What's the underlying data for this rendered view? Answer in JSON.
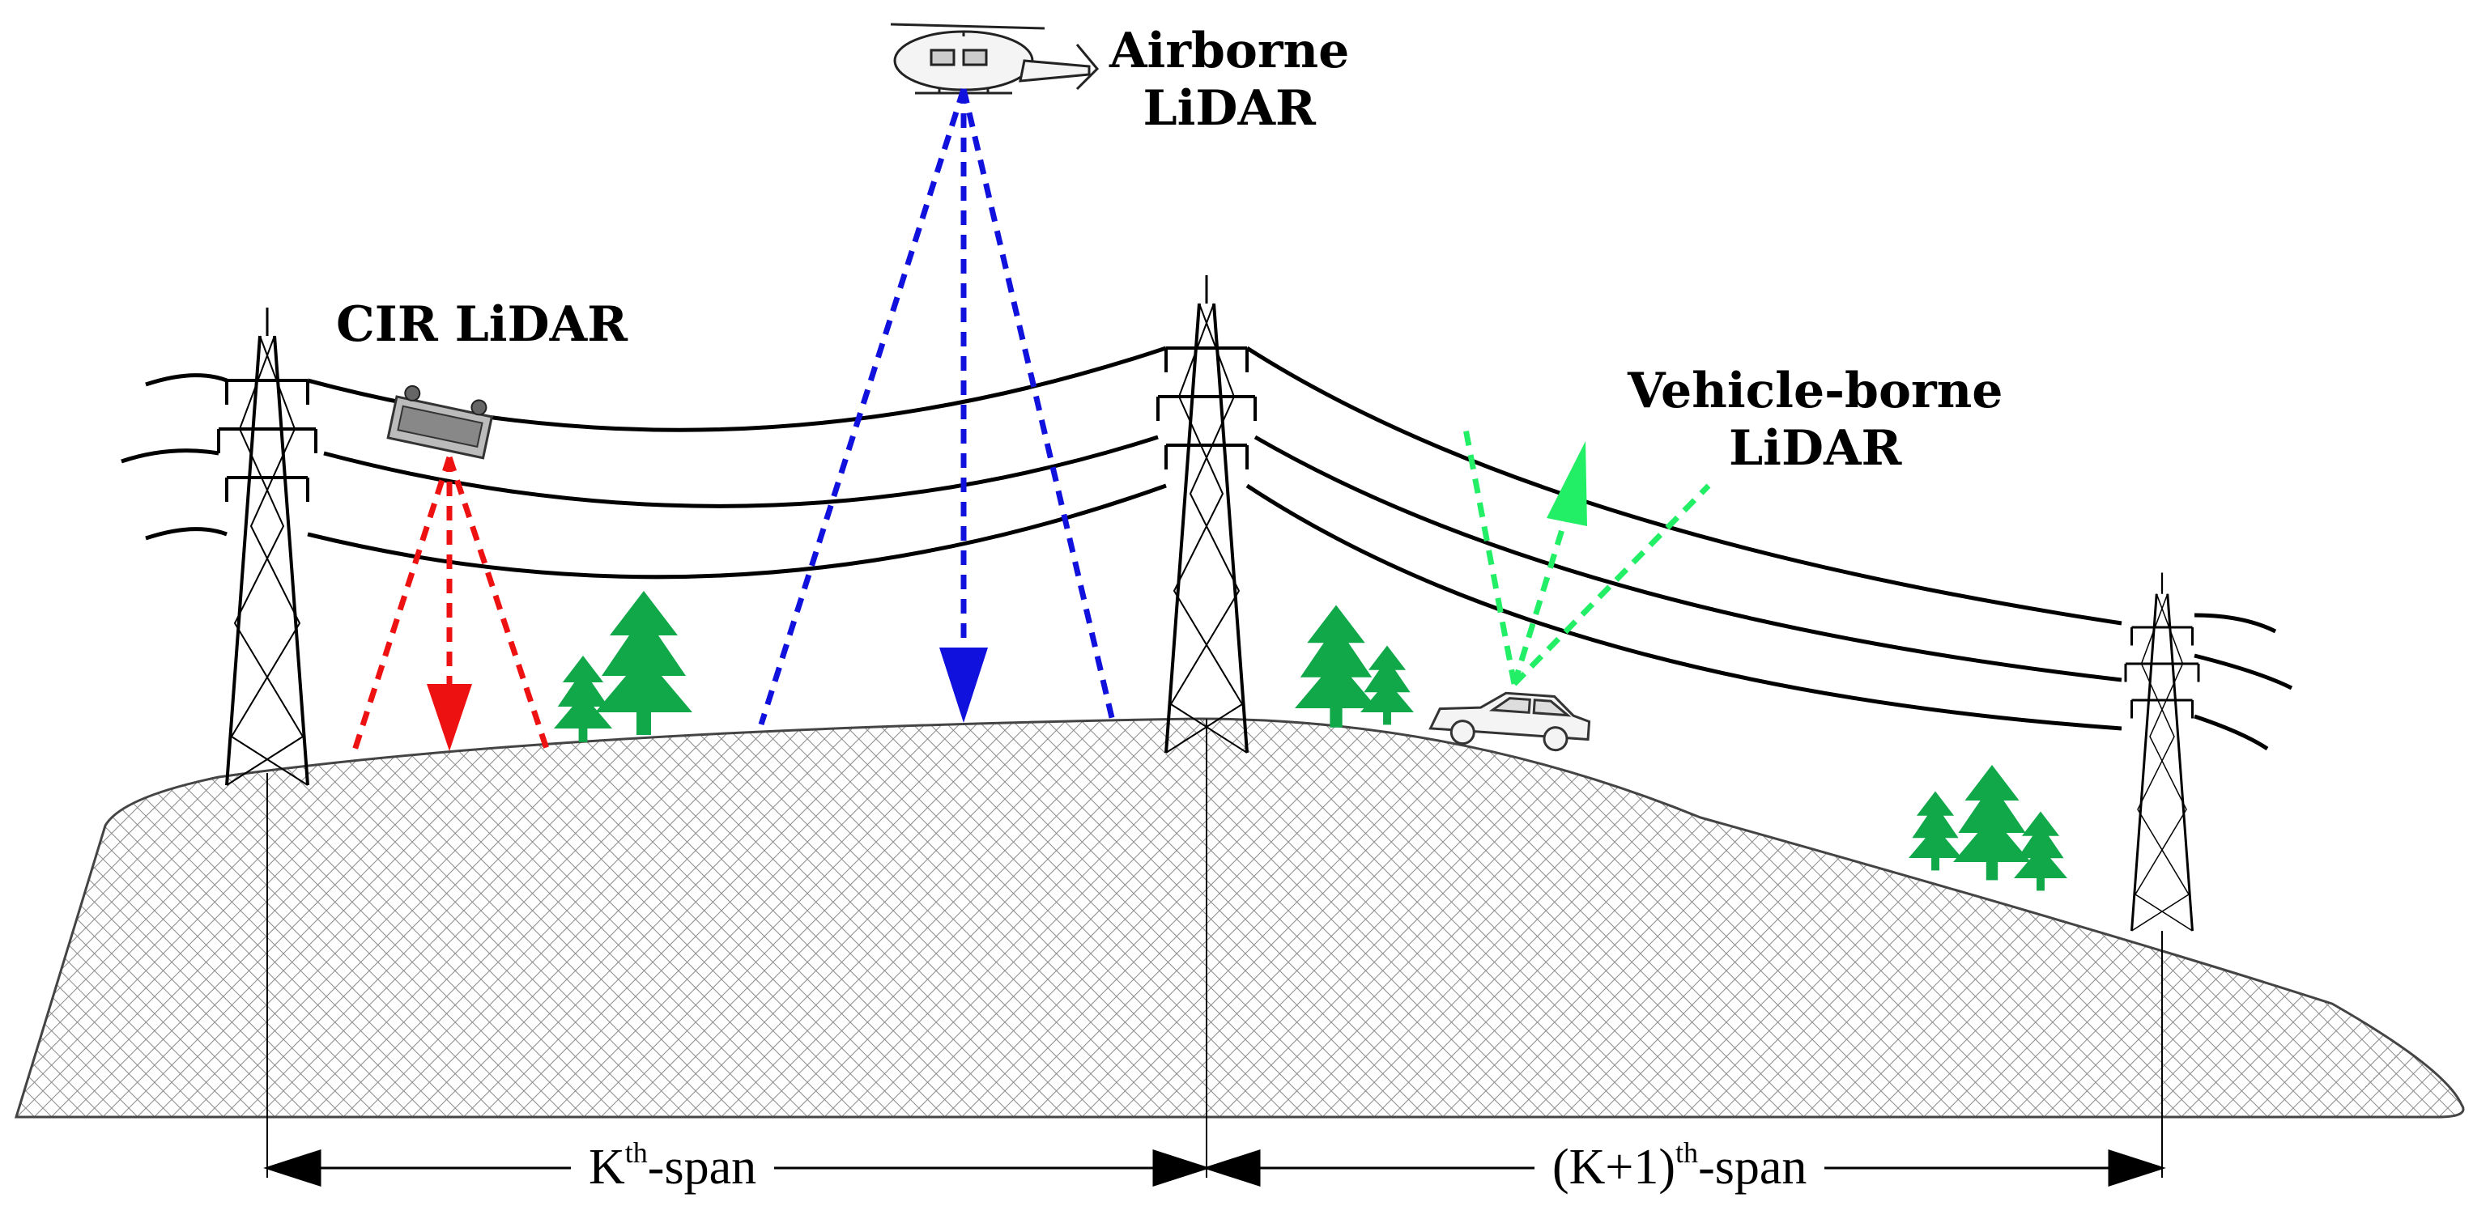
{
  "labels": {
    "airborne_line1": "Airborne",
    "airborne_line2": "LiDAR",
    "cir": "CIR LiDAR",
    "vehicle_line1": "Vehicle-borne",
    "vehicle_line2": "LiDAR"
  },
  "spans": {
    "k_base": "K",
    "k_sup": "th",
    "k_tail": "-span",
    "k1_base": "(K+1)",
    "k1_sup": "th",
    "k1_tail": "-span"
  },
  "colors": {
    "cir_beam": "#ee1111",
    "airborne_beam": "#1111dd",
    "vehicle_beam": "#22ee66",
    "tree": "#11a84a",
    "line": "#000000",
    "terrain": "#888888"
  }
}
